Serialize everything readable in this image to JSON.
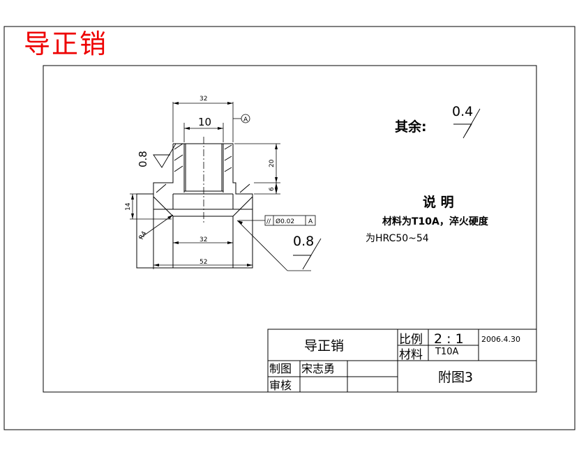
{
  "sheet_title": "导正销",
  "dimensions": {
    "top_width": "32",
    "bore": "10",
    "height_upper": "20",
    "flange": "6",
    "lower_height": "14",
    "radius": "R4",
    "lower_bore": "32",
    "outer": "52"
  },
  "roughness": {
    "left": "0.8",
    "right": "0.8",
    "other_label": "其余:",
    "other_value": "0.4"
  },
  "datum_label": "A",
  "tolerance_frame": {
    "symbol": "//",
    "value": "Ø0.02",
    "datum": "A"
  },
  "notes": {
    "title": "说 明",
    "line1": "材料为T10A，淬火硬度",
    "line2": "为HRC50~54"
  },
  "title_block": {
    "part_name": "导正销",
    "scale_label": "比例",
    "scale_value": "2 : 1",
    "material_label": "材料",
    "material_value": "T10A",
    "date": "2006.4.30",
    "drawn_label": "制图",
    "drawn_by": "宋志勇",
    "check_label": "审核",
    "drawing_no": "附图3"
  }
}
